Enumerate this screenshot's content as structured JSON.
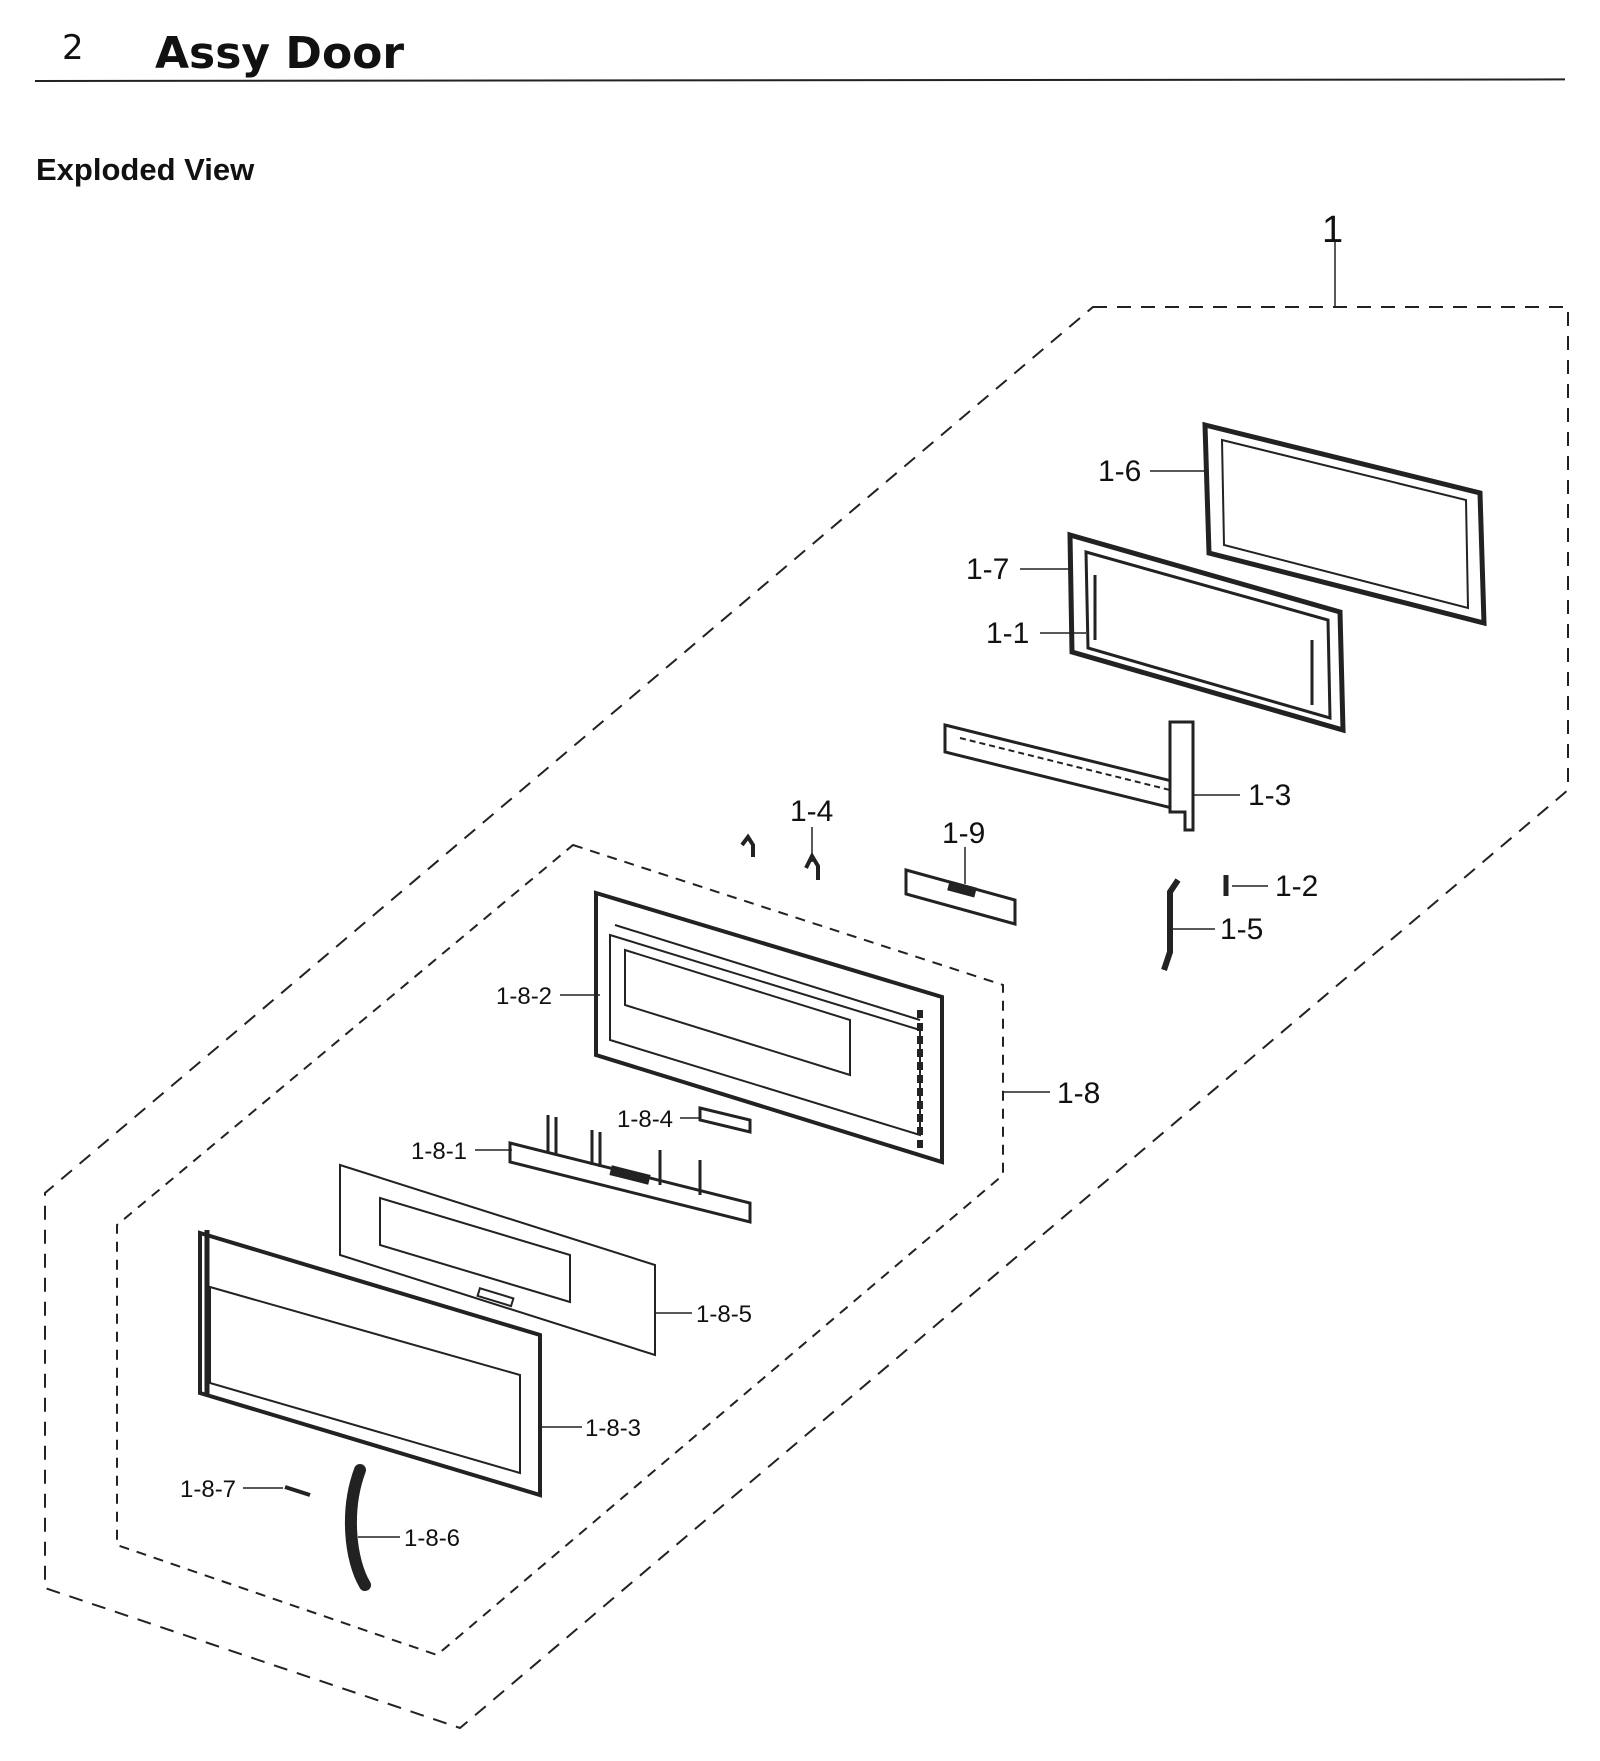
{
  "header": {
    "section_number": "2",
    "title": "Assy Door",
    "subtitle": "Exploded View"
  },
  "diagram": {
    "callouts": [
      {
        "id": "c1",
        "text": "1"
      },
      {
        "id": "c16",
        "text": "1-6"
      },
      {
        "id": "c17",
        "text": "1-7"
      },
      {
        "id": "c11",
        "text": "1-1"
      },
      {
        "id": "c13",
        "text": "1-3"
      },
      {
        "id": "c14",
        "text": "1-4"
      },
      {
        "id": "c19",
        "text": "1-9"
      },
      {
        "id": "c12",
        "text": "1-2"
      },
      {
        "id": "c15",
        "text": "1-5"
      },
      {
        "id": "c182",
        "text": "1-8-2"
      },
      {
        "id": "c18",
        "text": "1-8"
      },
      {
        "id": "c184",
        "text": "1-8-4"
      },
      {
        "id": "c181",
        "text": "1-8-1"
      },
      {
        "id": "c185",
        "text": "1-8-5"
      },
      {
        "id": "c183",
        "text": "1-8-3"
      },
      {
        "id": "c187",
        "text": "1-8-7"
      },
      {
        "id": "c186",
        "text": "1-8-6"
      }
    ]
  }
}
